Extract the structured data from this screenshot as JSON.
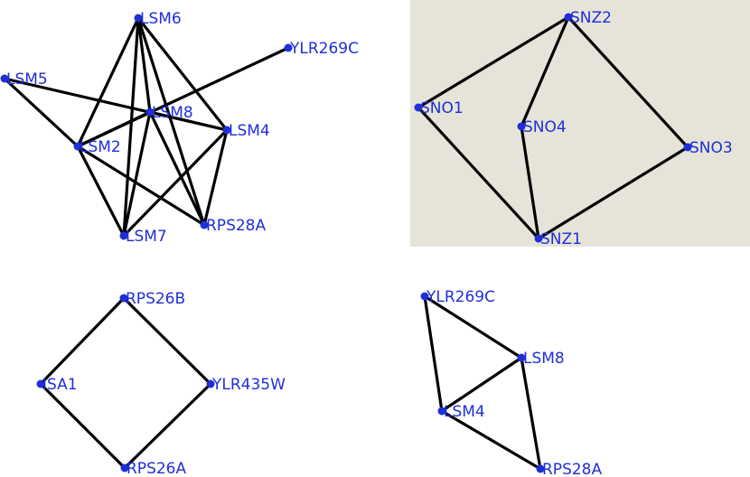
{
  "colors": {
    "node": "#1f2fd6",
    "label": "#1f2fd6",
    "edge": "#000000",
    "highlight_panel": "#e6e4d8",
    "background": "#ffffff"
  },
  "graphs": [
    {
      "id": "lsm-complex",
      "highlighted": false,
      "nodes": [
        {
          "id": "LSM6",
          "label": "LSM6"
        },
        {
          "id": "YLR269C",
          "label": "YLR269C"
        },
        {
          "id": "LSM5",
          "label": "LSM5"
        },
        {
          "id": "LSM8",
          "label": "LSM8"
        },
        {
          "id": "LSM4",
          "label": "LSM4"
        },
        {
          "id": "LSM2",
          "label": "LSM2"
        },
        {
          "id": "LSM7",
          "label": "LSM7"
        },
        {
          "id": "RPS28A",
          "label": "RPS28A"
        }
      ],
      "edges": [
        [
          "LSM6",
          "LSM2"
        ],
        [
          "LSM6",
          "LSM8"
        ],
        [
          "LSM6",
          "LSM4"
        ],
        [
          "LSM6",
          "LSM7"
        ],
        [
          "LSM6",
          "RPS28A"
        ],
        [
          "YLR269C",
          "LSM2"
        ],
        [
          "LSM5",
          "LSM2"
        ],
        [
          "LSM5",
          "LSM4"
        ],
        [
          "LSM8",
          "LSM2"
        ],
        [
          "LSM8",
          "LSM4"
        ],
        [
          "LSM8",
          "LSM7"
        ],
        [
          "LSM8",
          "RPS28A"
        ],
        [
          "LSM2",
          "LSM7"
        ],
        [
          "LSM2",
          "RPS28A"
        ],
        [
          "LSM4",
          "LSM7"
        ],
        [
          "LSM4",
          "RPS28A"
        ]
      ]
    },
    {
      "id": "sno-complex",
      "highlighted": true,
      "nodes": [
        {
          "id": "SNZ2",
          "label": "SNZ2"
        },
        {
          "id": "SNO1",
          "label": "SNO1"
        },
        {
          "id": "SNO4",
          "label": "SNO4"
        },
        {
          "id": "SNO3",
          "label": "SNO3"
        },
        {
          "id": "SNZ1",
          "label": "SNZ1"
        }
      ],
      "edges": [
        [
          "SNZ2",
          "SNO1"
        ],
        [
          "SNZ2",
          "SNO4"
        ],
        [
          "SNZ2",
          "SNO3"
        ],
        [
          "SNO1",
          "SNZ1"
        ],
        [
          "SNO4",
          "SNZ1"
        ],
        [
          "SNO3",
          "SNZ1"
        ]
      ]
    },
    {
      "id": "rps26-complex",
      "highlighted": false,
      "nodes": [
        {
          "id": "RPS26B",
          "label": "RPS26B"
        },
        {
          "id": "ISA1",
          "label": "ISA1"
        },
        {
          "id": "YLR435W",
          "label": "YLR435W"
        },
        {
          "id": "RPS26A",
          "label": "RPS26A"
        }
      ],
      "edges": [
        [
          "RPS26B",
          "ISA1"
        ],
        [
          "RPS26B",
          "YLR435W"
        ],
        [
          "ISA1",
          "RPS26A"
        ],
        [
          "YLR435W",
          "RPS26A"
        ]
      ]
    },
    {
      "id": "ylr269c-complex",
      "highlighted": false,
      "nodes": [
        {
          "id": "YLR269C",
          "label": "YLR269C"
        },
        {
          "id": "LSM8",
          "label": "LSM8"
        },
        {
          "id": "LSM4",
          "label": "LSM4"
        },
        {
          "id": "RPS28A",
          "label": "RPS28A"
        }
      ],
      "edges": [
        [
          "YLR269C",
          "LSM8"
        ],
        [
          "YLR269C",
          "LSM4"
        ],
        [
          "LSM8",
          "LSM4"
        ],
        [
          "LSM8",
          "RPS28A"
        ],
        [
          "LSM4",
          "RPS28A"
        ]
      ]
    }
  ]
}
